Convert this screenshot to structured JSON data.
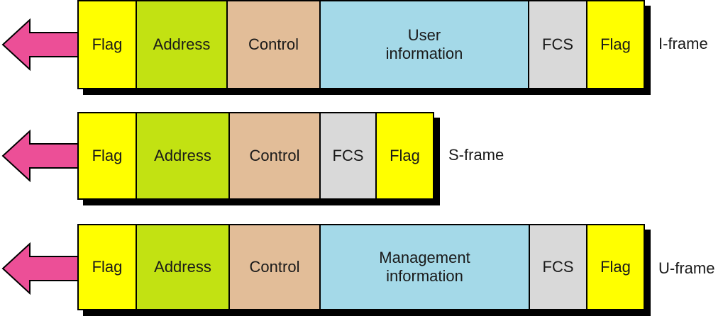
{
  "colors": {
    "flag": "#ffff00",
    "address": "#c2e212",
    "control": "#e2bd98",
    "info": "#a4d9e8",
    "fcs": "#d9d9d9",
    "arrow": "#ec4f97",
    "border": "#000000"
  },
  "frames": [
    {
      "id": "i-frame",
      "label": "I-frame",
      "fields": [
        {
          "key": "flag",
          "text": "Flag"
        },
        {
          "key": "address",
          "text": "Address"
        },
        {
          "key": "control",
          "text": "Control"
        },
        {
          "key": "info",
          "text": "User\ninformation"
        },
        {
          "key": "fcs",
          "text": "FCS"
        },
        {
          "key": "flag",
          "text": "Flag"
        }
      ]
    },
    {
      "id": "s-frame",
      "label": "S-frame",
      "fields": [
        {
          "key": "flag",
          "text": "Flag"
        },
        {
          "key": "address",
          "text": "Address"
        },
        {
          "key": "control",
          "text": "Control"
        },
        {
          "key": "fcs",
          "text": "FCS"
        },
        {
          "key": "flag",
          "text": "Flag"
        }
      ]
    },
    {
      "id": "u-frame",
      "label": "U-frame",
      "fields": [
        {
          "key": "flag",
          "text": "Flag"
        },
        {
          "key": "address",
          "text": "Address"
        },
        {
          "key": "control",
          "text": "Control"
        },
        {
          "key": "info",
          "text": "Management\ninformation"
        },
        {
          "key": "fcs",
          "text": "FCS"
        },
        {
          "key": "flag",
          "text": "Flag"
        }
      ]
    }
  ]
}
